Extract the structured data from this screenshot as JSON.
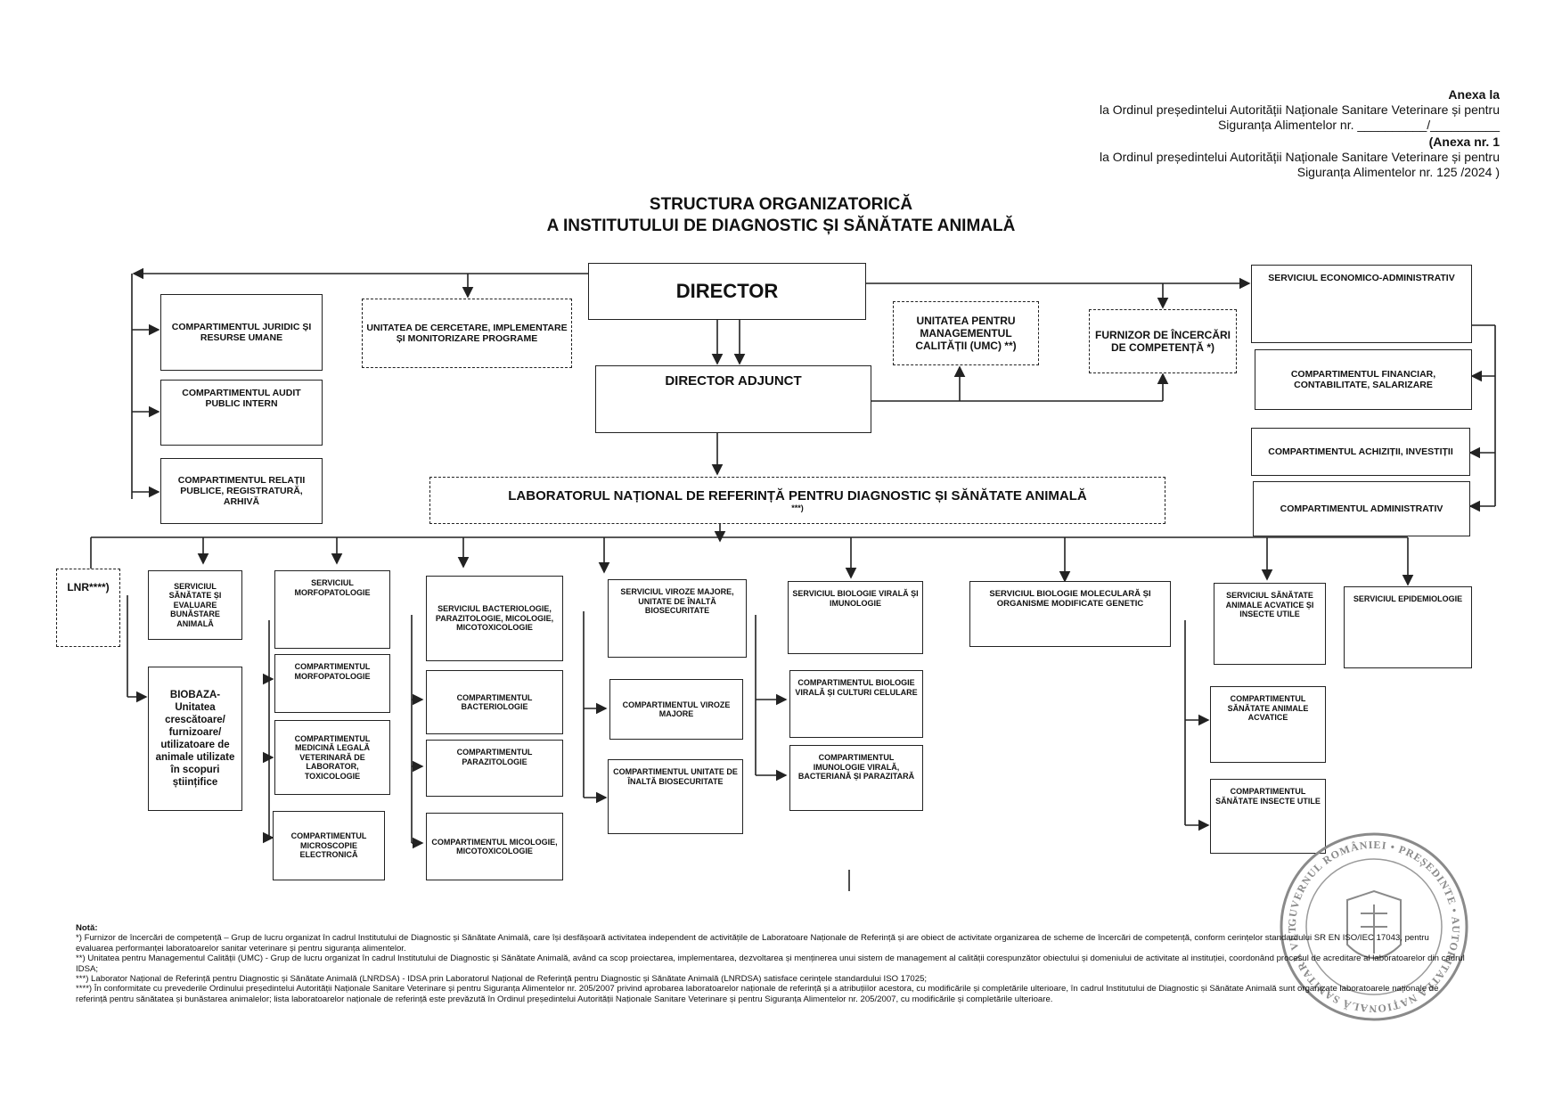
{
  "header": {
    "line1": "Anexa la",
    "line2": "la Ordinul președintelui Autorității Naționale Sanitare Veterinare și pentru",
    "line3": "Siguranța Alimentelor nr. __________/__________",
    "line4": "(Anexa nr. 1",
    "line5": "la Ordinul președintelui Autorității Naționale Sanitare Veterinare și pentru",
    "line6": "Siguranța Alimentelor nr. 125 /2024 )"
  },
  "title": {
    "line1": "STRUCTURA ORGANIZATORICĂ",
    "line2": "A INSTITUTULUI DE DIAGNOSTIC ȘI SĂNĂTATE ANIMALĂ"
  },
  "nodes": {
    "director": "DIRECTOR",
    "director_adjunct": "DIRECTOR ADJUNCT",
    "comp_juridic": "COMPARTIMENTUL JURIDIC ȘI RESURSE UMANE",
    "comp_audit": "COMPARTIMENTUL AUDIT PUBLIC INTERN",
    "comp_relatii": "COMPARTIMENTUL RELAȚII PUBLICE, REGISTRATURĂ, ARHIVĂ",
    "unitate_cercetare": "UNITATEA DE CERCETARE, IMPLEMENTARE ȘI MONITORIZARE PROGRAME",
    "umc": "UNITATEA PENTRU MANAGEMENTUL CALITĂȚII (UMC) **)",
    "furnizor": "FURNIZOR DE ÎNCERCĂRI DE COMPETENȚĂ *)",
    "serv_economic": "SERVICIUL ECONOMICO-ADMINISTRATIV",
    "comp_financiar": "COMPARTIMENTUL FINANCIAR, CONTABILITATE, SALARIZARE",
    "comp_achizitii": "COMPARTIMENTUL ACHIZIȚII, INVESTIȚII",
    "comp_administrativ": "COMPARTIMENTUL ADMINISTRATIV",
    "lnr_title": "LABORATORUL NAȚIONAL DE REFERINȚĂ PENTRU DIAGNOSTIC ȘI SĂNĂTATE ANIMALĂ",
    "lnr_mark": "***)",
    "lnr_small": "LNR****)",
    "serv_sanatate": "SERVICIUL SĂNĂTATE ȘI EVALUARE BUNĂSTARE ANIMALĂ",
    "biobaza": "BIOBAZA- Unitatea crescătoare/ furnizoare/ utilizatoare de animale utilizate în scopuri științifice",
    "serv_morfo": "SERVICIUL MORFOPATOLOGIE",
    "comp_morfo": "COMPARTIMENTUL MORFOPATOLOGIE",
    "comp_medicina": "COMPARTIMENTUL MEDICINĂ LEGALĂ VETERINARĂ DE LABORATOR, TOXICOLOGIE",
    "comp_microscopie": "COMPARTIMENTUL MICROSCOPIE ELECTRONICĂ",
    "serv_bacterio": "SERVICIUL BACTERIOLOGIE, PARAZITOLOGIE, MICOLOGIE, MICOTOXICOLOGIE",
    "comp_bacterio": "COMPARTIMENTUL BACTERIOLOGIE",
    "comp_parazito": "COMPARTIMENTUL PARAZITOLOGIE",
    "comp_micologie": "COMPARTIMENTUL MICOLOGIE, MICOTOXICOLOGIE",
    "serv_viroze": "SERVICIUL VIROZE MAJORE, UNITATE DE ÎNALTĂ BIOSECURITATE",
    "comp_viroze": "COMPARTIMENTUL VIROZE MAJORE",
    "comp_biosecuritate": "COMPARTIMENTUL UNITATE DE ÎNALTĂ BIOSECURITATE",
    "serv_biologie_virala": "SERVICIUL BIOLOGIE VIRALĂ ȘI IMUNOLOGIE",
    "comp_biologie_virala": "COMPARTIMENTUL BIOLOGIE VIRALĂ ȘI CULTURI CELULARE",
    "comp_imunologie": "COMPARTIMENTUL IMUNOLOGIE VIRALĂ, BACTERIANĂ ȘI PARAZITARĂ",
    "serv_biologie_moleculara": "SERVICIUL BIOLOGIE MOLECULARĂ ȘI ORGANISME MODIFICATE GENETIC",
    "serv_acvatice": "SERVICIUL SĂNĂTATE ANIMALE ACVATICE ȘI INSECTE UTILE",
    "comp_acvatice": "COMPARTIMENTUL SĂNĂTATE ANIMALE ACVATICE",
    "comp_insecte": "COMPARTIMENTUL SĂNĂTATE INSECTE UTILE",
    "serv_epidemiologie": "SERVICIUL EPIDEMIOLOGIE"
  },
  "notes": {
    "heading": "Notă:",
    "n1": "*) Furnizor de încercări de competență – Grup de lucru organizat în cadrul Institutului de Diagnostic și Sănătate Animală, care își desfășoară activitatea independent de activitățile de Laboratoare Naționale de Referință și are obiect de activitate organizarea de scheme de încercări de competență, conform cerințelor standardului SR EN ISO/IEC 17043, pentru evaluarea performanței laboratoarelor sanitar veterinare și pentru siguranța alimentelor.",
    "n2": "**) Unitatea pentru Managementul Calității (UMC) - Grup de lucru organizat în cadrul Institutului de Diagnostic și Sănătate Animală, având ca scop proiectarea, implementarea, dezvoltarea și menținerea unui sistem de management al calității corespunzător obiectului și domeniului de activitate al instituției, coordonând procesul de acreditare al laboratoarelor din cadrul IDSA;",
    "n3": "***) Laborator Național de Referință pentru Diagnostic și Sănătate Animală (LNRDSA) - IDSA prin Laboratorul Național de Referință pentru Diagnostic și Sănătate Animală (LNRDSA) satisface cerințele standardului ISO 17025;",
    "n4": "****) În conformitate cu prevederile Ordinului președintelui Autorității Naționale Sanitare Veterinare și pentru Siguranța Alimentelor nr. 205/2007 privind aprobarea laboratoarelor naționale de referință și a atribuțiilor acestora, cu modificările și completările ulterioare, în cadrul Institutului de Diagnostic și Sănătate Animală sunt organizate laboratoarele naționale de referință pentru sănătatea și bunăstarea animalelor; lista laboratoarelor naționale de referință este prevăzută în Ordinul președintelui Autorității Naționale Sanitare Veterinare și pentru Siguranța Alimentelor nr. 205/2007, cu modificările și completările ulterioare."
  },
  "stamp": {
    "text": "GUVERNUL ROMÂNIEI • PREȘEDINTE • AUTORITATEA NAȚIONALĂ SANITARĂ VETERINARĂ ȘI PENTRU SIGURANȚA ALIMENTELOR"
  }
}
